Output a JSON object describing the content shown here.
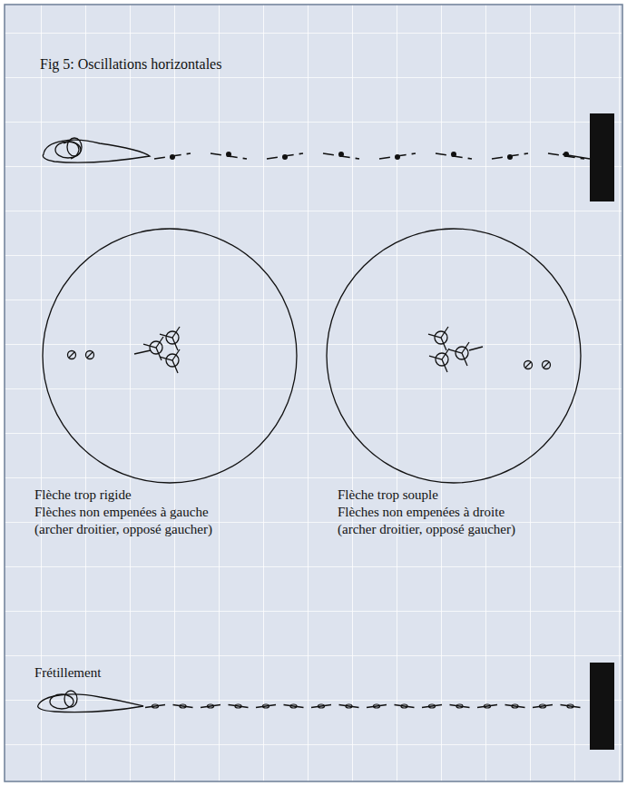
{
  "diagram": {
    "title": "Fig 5: Oscillations horizontales",
    "labels": [
      "Flèche trop rigide",
      "Flèches non empenées à gauche",
      "(archer droitier, opposé gaucher)",
      "Flèche trop souple",
      "Flèches non empenées à droite",
      "(archer droitier, opposé gaucher)",
      "Frétillement"
    ]
  }
}
